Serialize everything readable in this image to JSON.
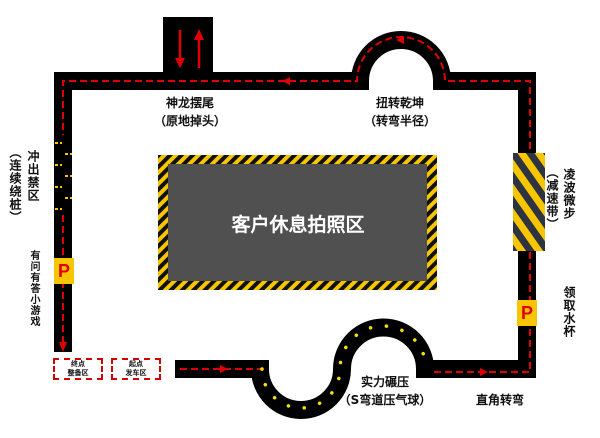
{
  "center_area": {
    "label": "客户休息拍照区"
  },
  "stations": {
    "u_turn": {
      "title": "神龙摆尾",
      "subtitle": "（原地掉头）"
    },
    "twist": {
      "title": "扭转乾坤",
      "subtitle": "（转弯半径）"
    },
    "slalom": {
      "title": "冲出禁区",
      "subtitle": "（连续绕桩）"
    },
    "quiz": {
      "title": "有问有答小游戏"
    },
    "speed_bump": {
      "title": "凌波微步",
      "subtitle": "（减速带）"
    },
    "water_cup": {
      "title": "领取水杯"
    },
    "s_curve": {
      "title": "实力碾压",
      "subtitle": "（S弯道压气球）"
    },
    "right_angle": {
      "title": "直角转弯"
    }
  },
  "zones": {
    "finish": {
      "line1": "终点",
      "line2": "整备区"
    },
    "start": {
      "line1": "起点",
      "line2": "发车区"
    }
  },
  "parking": {
    "left": "P",
    "right": "P"
  },
  "colors": {
    "road": "#000000",
    "arrow": "#e00000",
    "marker": "#f7c600",
    "hall": "#505050"
  }
}
